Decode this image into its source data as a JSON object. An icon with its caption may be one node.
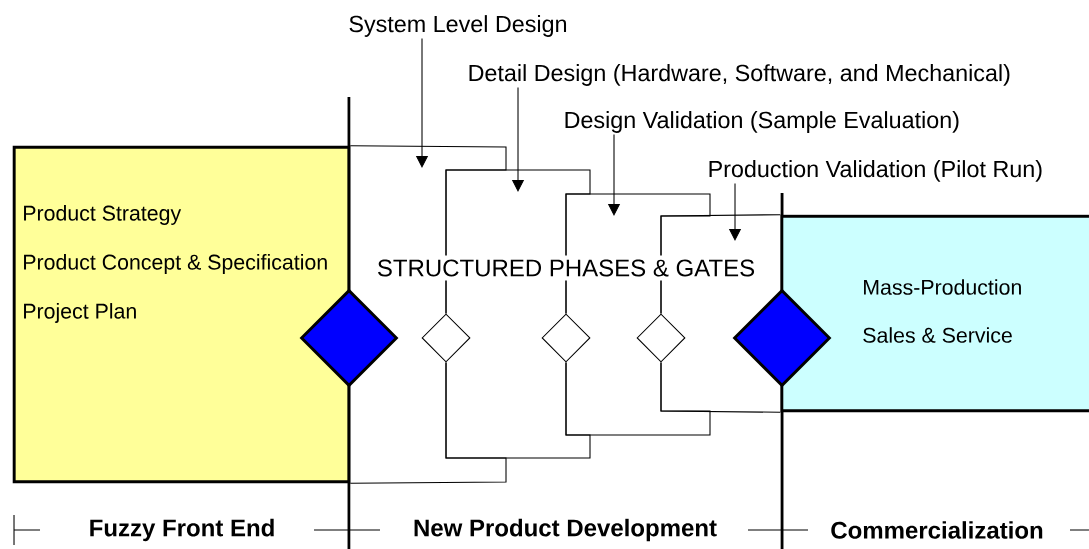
{
  "diagram": {
    "nodes": [
      {
        "text": [
          "Product Strategy",
          "Product Concept & Specification",
          "Project Plan"
        ]
      },
      {
        "text": [],
        "shape": "diamond"
      },
      {
        "text": [],
        "shape": "diamond"
      },
      {
        "text": [],
        "shape": "diamond"
      },
      {
        "text": [],
        "shape": "diamond"
      },
      {
        "text": [],
        "shape": "diamond"
      },
      {
        "text": [
          "Mass-Production",
          "Sales & Service"
        ]
      },
      {
        "text": [
          "System Level Design"
        ]
      },
      {
        "text": [
          "Detail Design (Hardware, Software, and Mechanical)"
        ]
      },
      {
        "text": [
          "Design Validation (Sample Evaluation)"
        ]
      },
      {
        "text": [
          "Production Validation (Pilot Run)"
        ]
      }
    ],
    "edges": [
      {
        "from": 7,
        "to": null,
        "arrow": "to"
      },
      {
        "from": 8,
        "to": null,
        "arrow": "to"
      },
      {
        "from": 9,
        "to": null,
        "arrow": "to"
      },
      {
        "from": 10,
        "to": null,
        "arrow": "to"
      },
      {
        "from": 0,
        "to": 2,
        "arrow": "none"
      },
      {
        "from": 2,
        "to": 3,
        "arrow": "none"
      },
      {
        "from": 3,
        "to": 4,
        "arrow": "none"
      },
      {
        "from": 4,
        "to": 6,
        "arrow": "none"
      },
      {
        "from": 2,
        "to": 0,
        "arrow": "none"
      },
      {
        "from": 3,
        "to": 2,
        "arrow": "none"
      },
      {
        "from": 4,
        "to": 3,
        "arrow": "none"
      },
      {
        "from": 6,
        "to": 4,
        "arrow": "none"
      }
    ],
    "labels": [
      "STRUCTURED PHASES & GATES",
      "Fuzzy Front End",
      "New Product Development",
      "Commercialization"
    ]
  }
}
